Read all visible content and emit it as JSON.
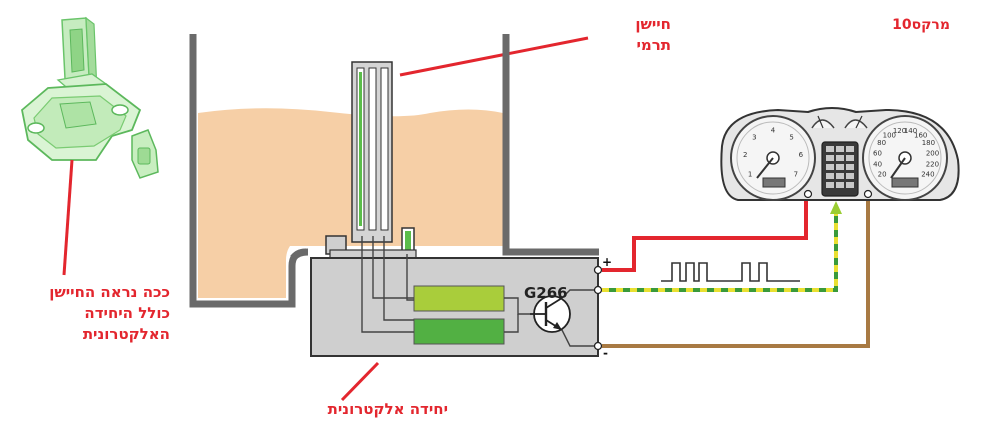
{
  "labels": {
    "thermal_sensor_line1": "חיישן",
    "thermal_sensor_line2": "תרמי",
    "cluster": "מרקס10",
    "sensor_desc_line1": "ככה נראה החיישן",
    "sensor_desc_line2": "כולל היחידה",
    "sensor_desc_line3": "האלקטרונית",
    "electronic_unit": "יחידה אלקטרונית",
    "component": "G266",
    "plus": "+",
    "minus": "-"
  },
  "dial_left": [
    "1",
    "2",
    "3",
    "4",
    "5",
    "6",
    "7"
  ],
  "dial_right": [
    "20",
    "40",
    "60",
    "80",
    "100",
    "120",
    "140",
    "160",
    "180",
    "200",
    "220",
    "240"
  ],
  "colors": {
    "label_red": "#e3262e",
    "oil": "#f6cfa6",
    "wire_positive": "#e3262e",
    "wire_signal_green": "#3a9a3a",
    "wire_signal_yellow": "#e9e032",
    "wire_negative": "#a87a43",
    "unit_body": "#cfcfcf",
    "sensor_green": "#5bbd4a",
    "block_top": "#a9cd3b",
    "block_bottom": "#52b043"
  }
}
